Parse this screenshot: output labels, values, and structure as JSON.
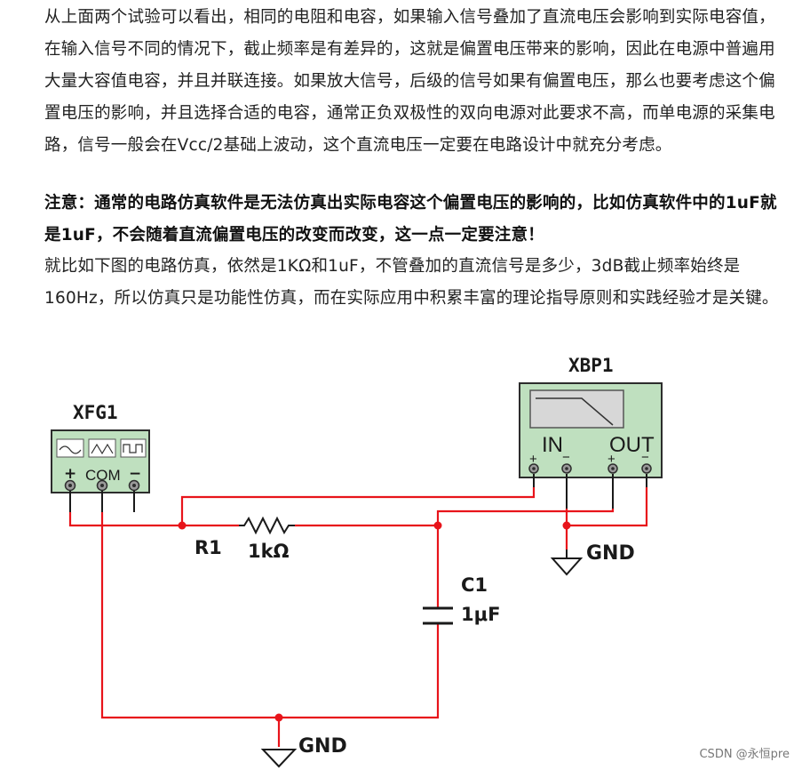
{
  "paragraphs": {
    "p1": "从上面两个试验可以看出，相同的电阻和电容，如果输入信号叠加了直流电压会影响到实际电容值，在输入信号不同的情况下，截止频率是有差异的，这就是偏置电压带来的影响，因此在电源中普遍用大量大容值电容，并且并联连接。如果放大信号，后级的信号如果有偏置电压，那么也要考虑这个偏置电压的影响，并且选择合适的电容，通常正负双极性的双向电源对此要求不高，而单电源的采集电路，信号一般会在Vcc/2基础上波动，这个直流电压一定要在电路设计中就充分考虑。",
    "p2": "注意：通常的电路仿真软件是无法仿真出实际电容这个偏置电压的影响的，比如仿真软件中的1uF就是1uF，不会随着直流偏置电压的改变而改变，这一点一定要注意！",
    "p3": "就比如下图的电路仿真，依然是1KΩ和1uF，不管叠加的直流信号是多少，3dB截止频率始终是160Hz，所以仿真只是功能性仿真，而在实际应用中积累丰富的理论指导原则和实践经验才是关键。"
  },
  "circuit": {
    "function_generator": {
      "name": "XFG1",
      "pin_plus": "+",
      "pin_com": "COM",
      "pin_minus": "−"
    },
    "bode_plotter": {
      "name": "XBP1",
      "in_label": "IN",
      "out_label": "OUT",
      "pin_plus": "+",
      "pin_minus": "−"
    },
    "resistor": {
      "ref": "R1",
      "value": "1kΩ"
    },
    "capacitor": {
      "ref": "C1",
      "value": "1μF"
    },
    "ground_label_right": "GND",
    "ground_label_bottom": "GND",
    "colors": {
      "wire": "#e8141b",
      "wire_black": "#1a1a1a",
      "instrument_fill": "#bfe0bf",
      "instrument_border": "#2d2d2d"
    }
  },
  "watermark": "CSDN @永恒pre"
}
